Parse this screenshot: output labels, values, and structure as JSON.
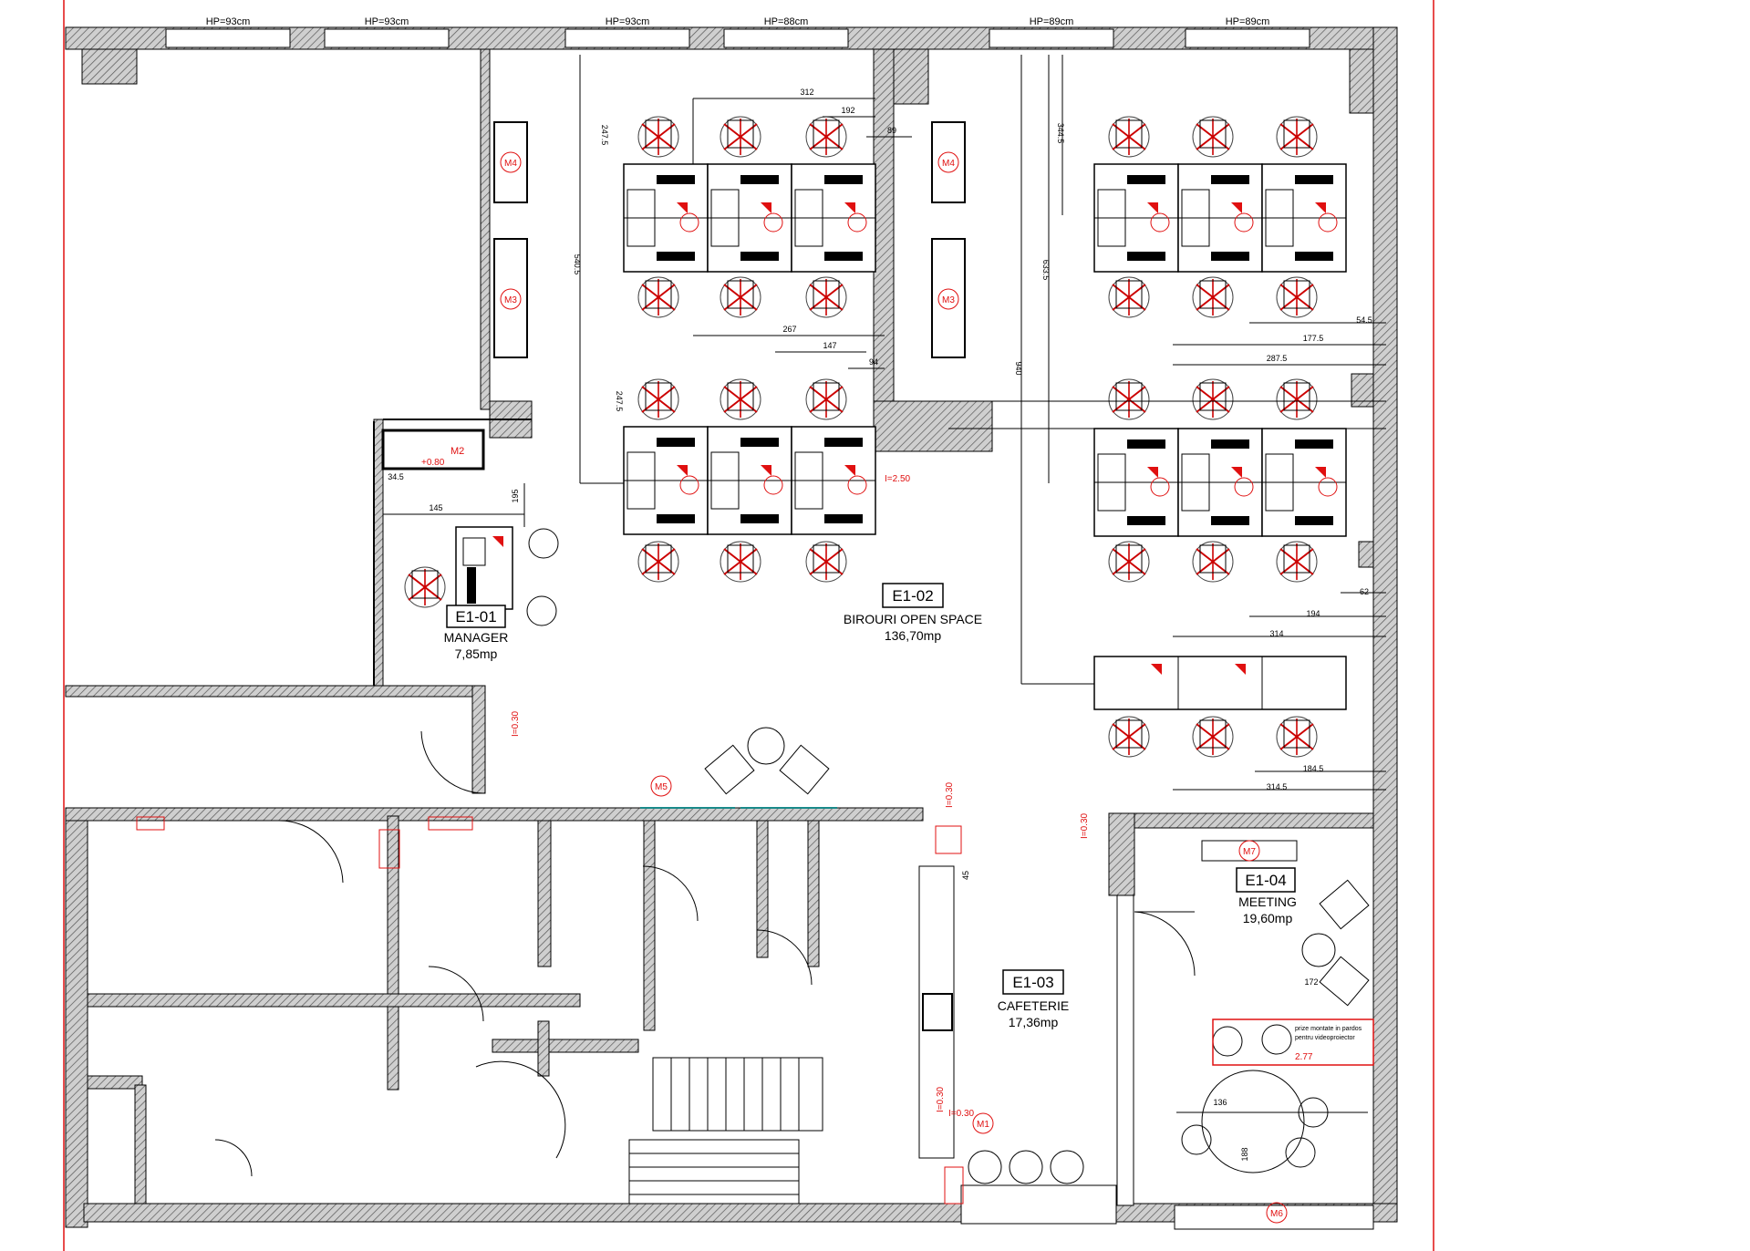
{
  "window_labels": [
    "HP=93cm",
    "HP=93cm",
    "HP=93cm",
    "HP=88cm",
    "HP=89cm",
    "HP=89cm"
  ],
  "rooms": [
    {
      "code": "E1-01",
      "name": "MANAGER",
      "area": "7,85mp"
    },
    {
      "code": "E1-02",
      "name": "BIROURI OPEN SPACE",
      "area": "136,70mp"
    },
    {
      "code": "E1-03",
      "name": "CAFETERIE",
      "area": "17,36mp"
    },
    {
      "code": "E1-04",
      "name": "MEETING",
      "area": "19,60mp"
    }
  ],
  "furniture_tags": [
    "M4",
    "M3",
    "M4",
    "M3",
    "M2",
    "M5",
    "M7",
    "M1",
    "M6"
  ],
  "dimensions": [
    "312",
    "192",
    "89",
    "247.5",
    "540.5",
    "267",
    "147",
    "94",
    "247.5",
    "344.5",
    "633.5",
    "940",
    "54.5",
    "177.5",
    "287.5",
    "62",
    "194",
    "314",
    "184.5",
    "314.5",
    "145",
    "34.5",
    "195",
    "45",
    "136",
    "172",
    "188"
  ],
  "elevation_marks": [
    "+0.80",
    "I=0.30",
    "I=2.50",
    "I=0.30",
    "I=0.30",
    "I=0.30",
    "I=0.30",
    "2.77"
  ],
  "note": {
    "line1": "prize montate in pardos",
    "line2": "pentru videoproiector"
  },
  "colors": {
    "wall_fill": "#9a9a9a",
    "line": "#000000",
    "accent_red": "#e01010",
    "door_tag": "#e01010"
  }
}
